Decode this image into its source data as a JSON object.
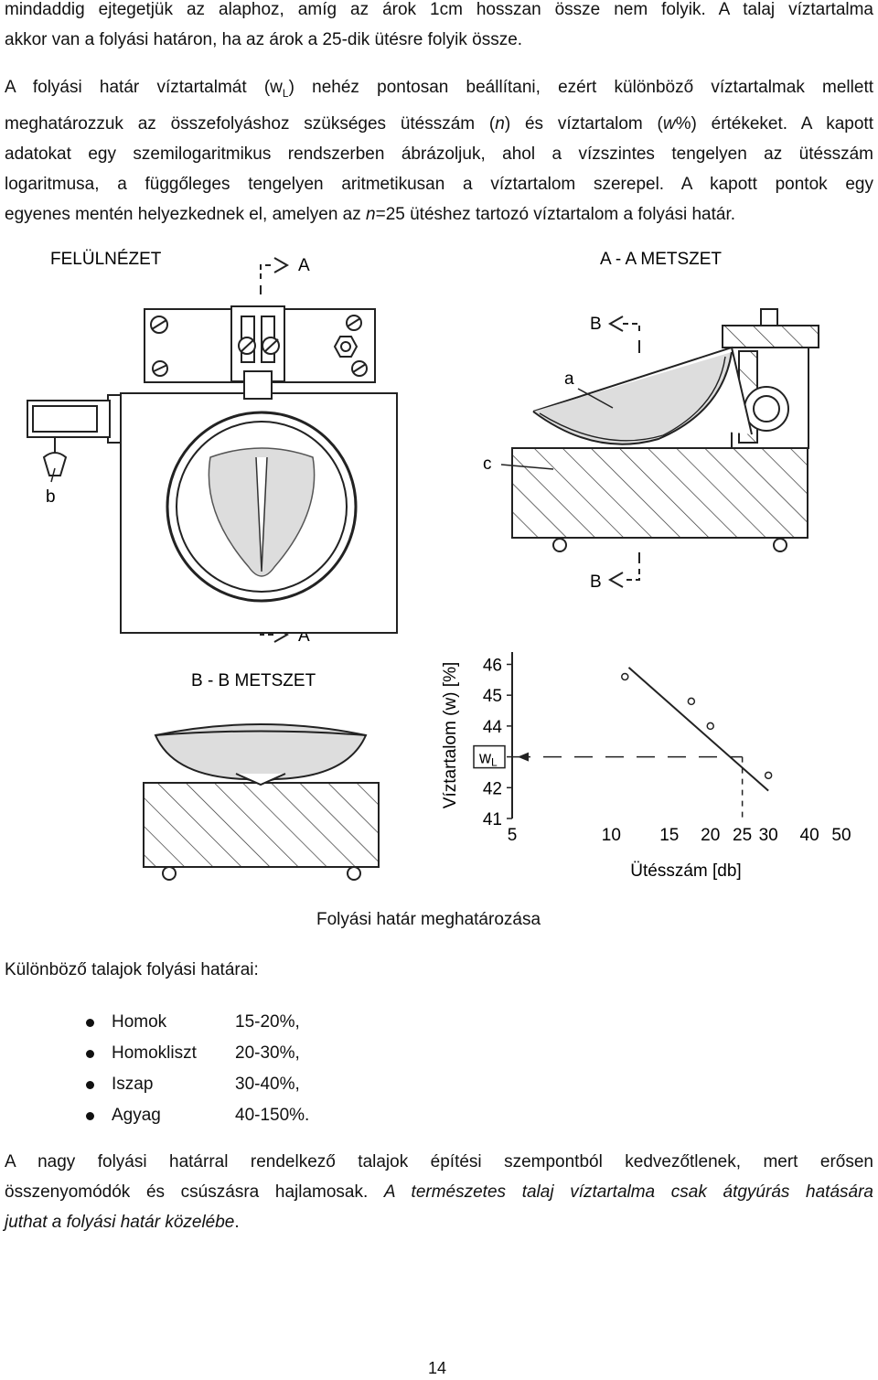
{
  "para1": {
    "line1": "mindaddig ejtegetjük az alaphoz, amíg az árok 1cm hosszan össze nem folyik. A talaj víztartalma",
    "line2": "akkor van a folyási határon, ha az árok a 25-dik ütésre folyik össze."
  },
  "para2": {
    "line1_a": "A folyási határ víztartalmát (w",
    "line1_sub": "L",
    "line1_b": ") nehéz pontosan beállítani, ezért különböző víztartalmak mellett",
    "line2_a": "meghatározzuk az összefolyáshoz szükséges ütésszám (",
    "line2_n": "n",
    "line2_b": ") és víztartalom (",
    "line2_w": "w",
    "line2_c": "%) értékeket. A kapott",
    "line3": "adatokat egy szemilogaritmikus rendszerben ábrázoljuk, ahol a vízszintes tengelyen az ütésszám",
    "line4": "logaritmusa, a függőleges tengelyen aritmetikusan a víztartalom szerepel. A kapott pontok egy",
    "line5_a": "egyenes mentén helyezkednek el, amelyen az ",
    "line5_n": "n",
    "line5_b": "=25 ütéshez tartozó víztartalom a folyási határ."
  },
  "figure": {
    "top_view_title": "FELÜLNÉZET",
    "section_aa_title": "A - A METSZET",
    "section_bb_title": "B - B METSZET",
    "label_A": "A",
    "label_B": "B",
    "label_a": "a",
    "label_b": "b",
    "label_c": "c"
  },
  "chart_data": {
    "type": "scatter",
    "xscale": "log",
    "x_ticks": [
      "5",
      "10",
      "15",
      "20",
      "25",
      "30",
      "40",
      "50"
    ],
    "y_ticks": [
      "41",
      "42",
      "wL",
      "44",
      "45",
      "46"
    ],
    "ylabel": "Víztartalom (w) [%]",
    "xlabel": "Ütésszám [db]",
    "xlim": [
      5,
      50
    ],
    "ylim": [
      41,
      46.4
    ],
    "points": [
      {
        "x": 11,
        "y": 45.6
      },
      {
        "x": 17.5,
        "y": 44.8
      },
      {
        "x": 20,
        "y": 44.0
      },
      {
        "x": 30,
        "y": 42.4
      }
    ],
    "fit_line": [
      {
        "x": 11.3,
        "y": 45.9
      },
      {
        "x": 30,
        "y": 41.9
      }
    ],
    "wL_marker": {
      "x": 25,
      "y": 43
    }
  },
  "caption": "Folyási határ meghatározása",
  "soils": {
    "title": "Különböző talajok folyási határai:",
    "items": [
      {
        "name": "Homok",
        "range": "15-20%,"
      },
      {
        "name": "Homokliszt",
        "range": "20-30%,"
      },
      {
        "name": "Iszap",
        "range": "30-40%,"
      },
      {
        "name": "Agyag",
        "range": "40-150%."
      }
    ]
  },
  "para3": {
    "line1": "A nagy folyási határral rendelkező talajok építési szempontból kedvezőtlenek, mert erősen",
    "line2_a": "összenyomódók és csúszásra hajlamosak. ",
    "line2_b": "A természetes talaj víztartalma csak átgyúrás hatására",
    "line3": "juthat a folyási határ közelébe"
  },
  "page_number": "14"
}
